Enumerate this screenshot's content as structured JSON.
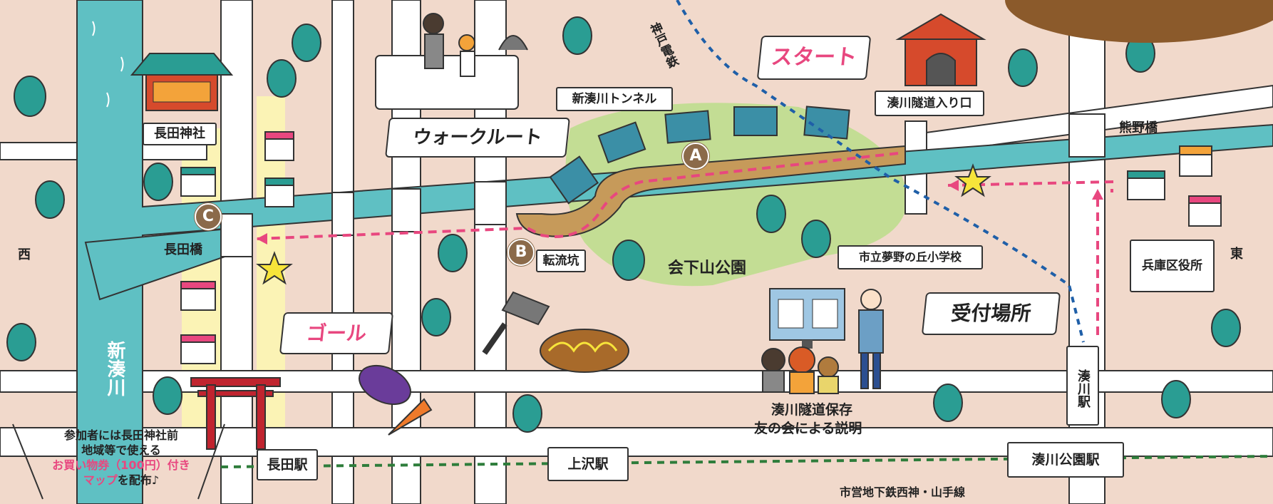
{
  "labels": {
    "nagata_shrine": "長田神社",
    "nagata_bridge": "長田橋",
    "shin_minatogawa_tunnel": "新湊川トンネル",
    "kobe_dentetsu": "神戸電鉄",
    "tunnel_entrance": "湊川隧道入り口",
    "kumano_bridge": "熊野橋",
    "yumeno_school": "市立夢野の丘小学校",
    "hyogo_ward_office": "兵庫区役所",
    "egeyama_park": "会下山公園",
    "tenryuko": "転流坑",
    "shin_minatogawa_river": "新湊川",
    "west": "西",
    "east": "東",
    "minatogawa_station": "湊川駅",
    "nagata_station": "長田駅",
    "kamisawa_station": "上沢駅",
    "minatogawa_koen_station": "湊川公園駅",
    "subway_line": "市営地下鉄西神・山手線",
    "explanation_line1": "湊川隧道保存",
    "explanation_line2": "友の会による説明"
  },
  "bubbles": {
    "start": "スタート",
    "walk_route": "ウォークルート",
    "goal": "ゴール",
    "reception": "受付場所"
  },
  "pins": {
    "a": "A",
    "b": "B",
    "c": "C"
  },
  "note": {
    "line1": "参加者には長田神社前",
    "line2": "地域等で使える",
    "highlight": "お買い物券（100円）付き",
    "line4_highlight": "マップ",
    "line4_rest": "を配布♪"
  },
  "colors": {
    "background": "#f1d9cb",
    "road": "#ffffff",
    "river": "#5fc0c3",
    "park": "#c3dd94",
    "route": "#e8477f",
    "railway_subway": "#2e7d3b",
    "railway_kobe": "#1f5fa8",
    "pin": "#8b6a4a",
    "tree": "#2a9d93",
    "star": "#f7e43a"
  }
}
